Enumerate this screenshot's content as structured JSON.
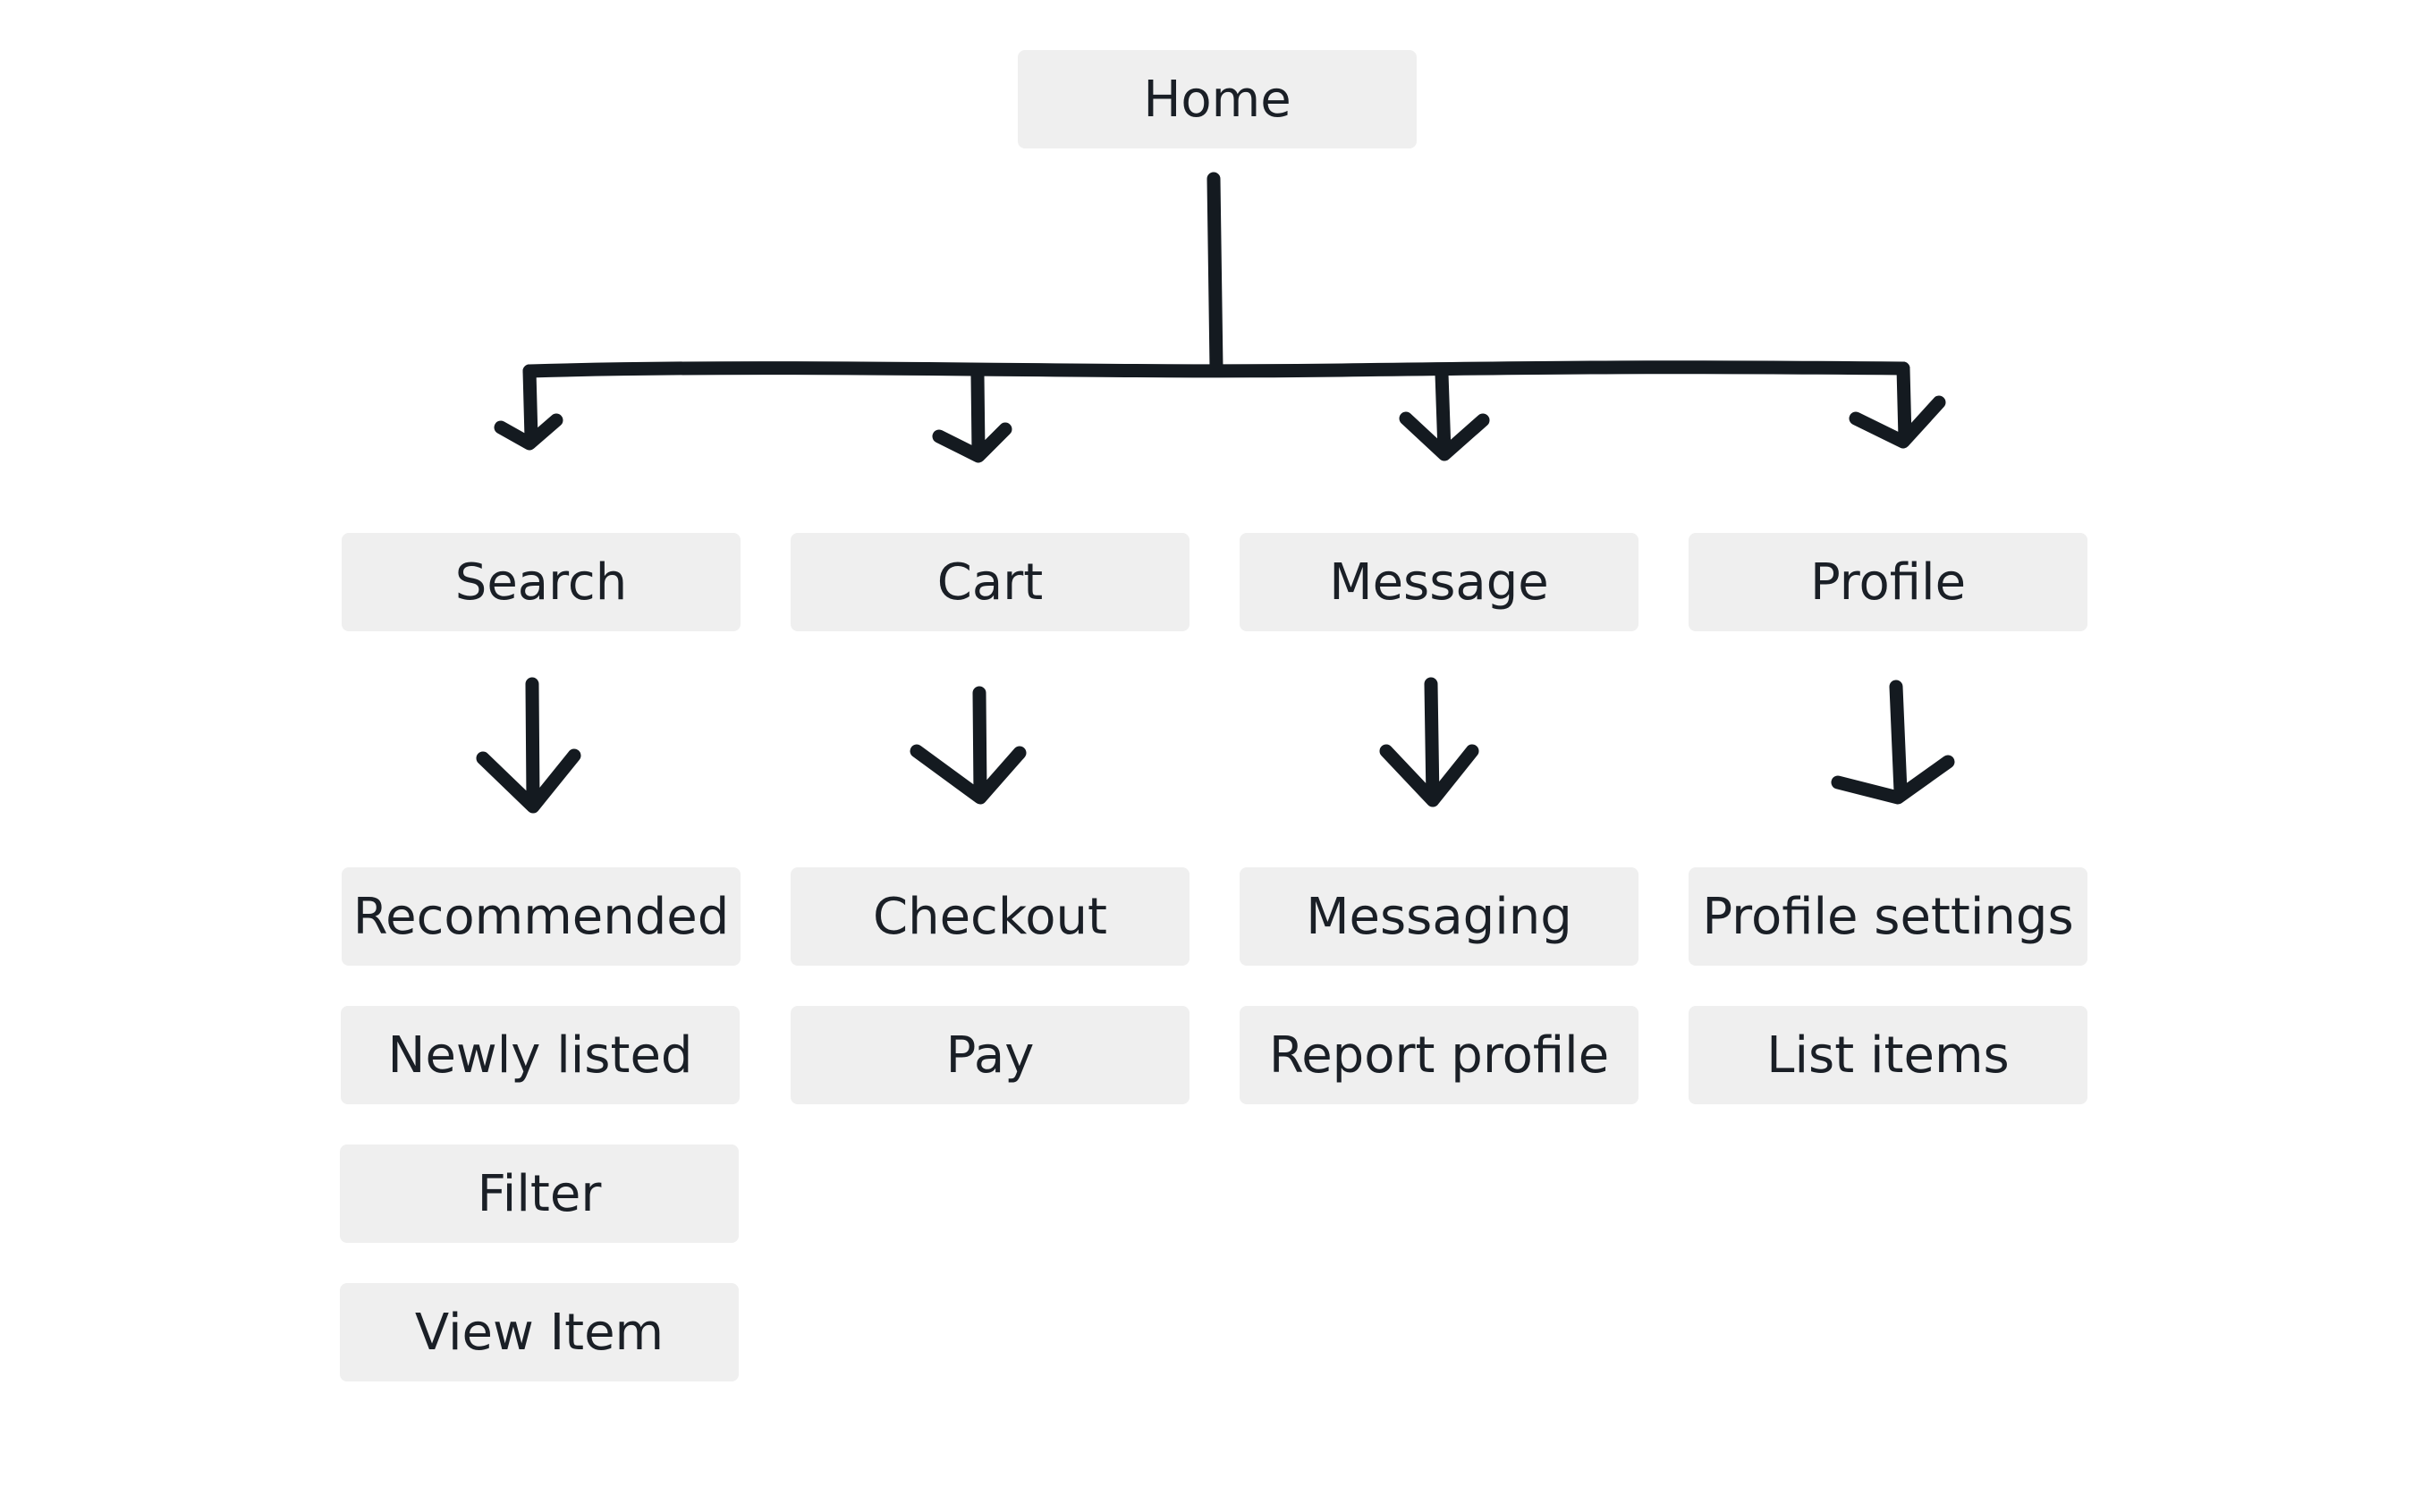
{
  "root": {
    "label": "Home"
  },
  "columns": [
    {
      "label": "Search",
      "children": [
        "Recommended",
        "Newly listed",
        "Filter",
        "View Item"
      ]
    },
    {
      "label": "Cart",
      "children": [
        "Checkout",
        "Pay"
      ]
    },
    {
      "label": "Message",
      "children": [
        "Messaging",
        "Report profile"
      ]
    },
    {
      "label": "Profile",
      "children": [
        "Profile settings",
        "List items"
      ]
    }
  ],
  "colors": {
    "node_fill": "#efefef",
    "text": "#1a1f26",
    "stroke": "#141a20",
    "background": "#ffffff"
  }
}
